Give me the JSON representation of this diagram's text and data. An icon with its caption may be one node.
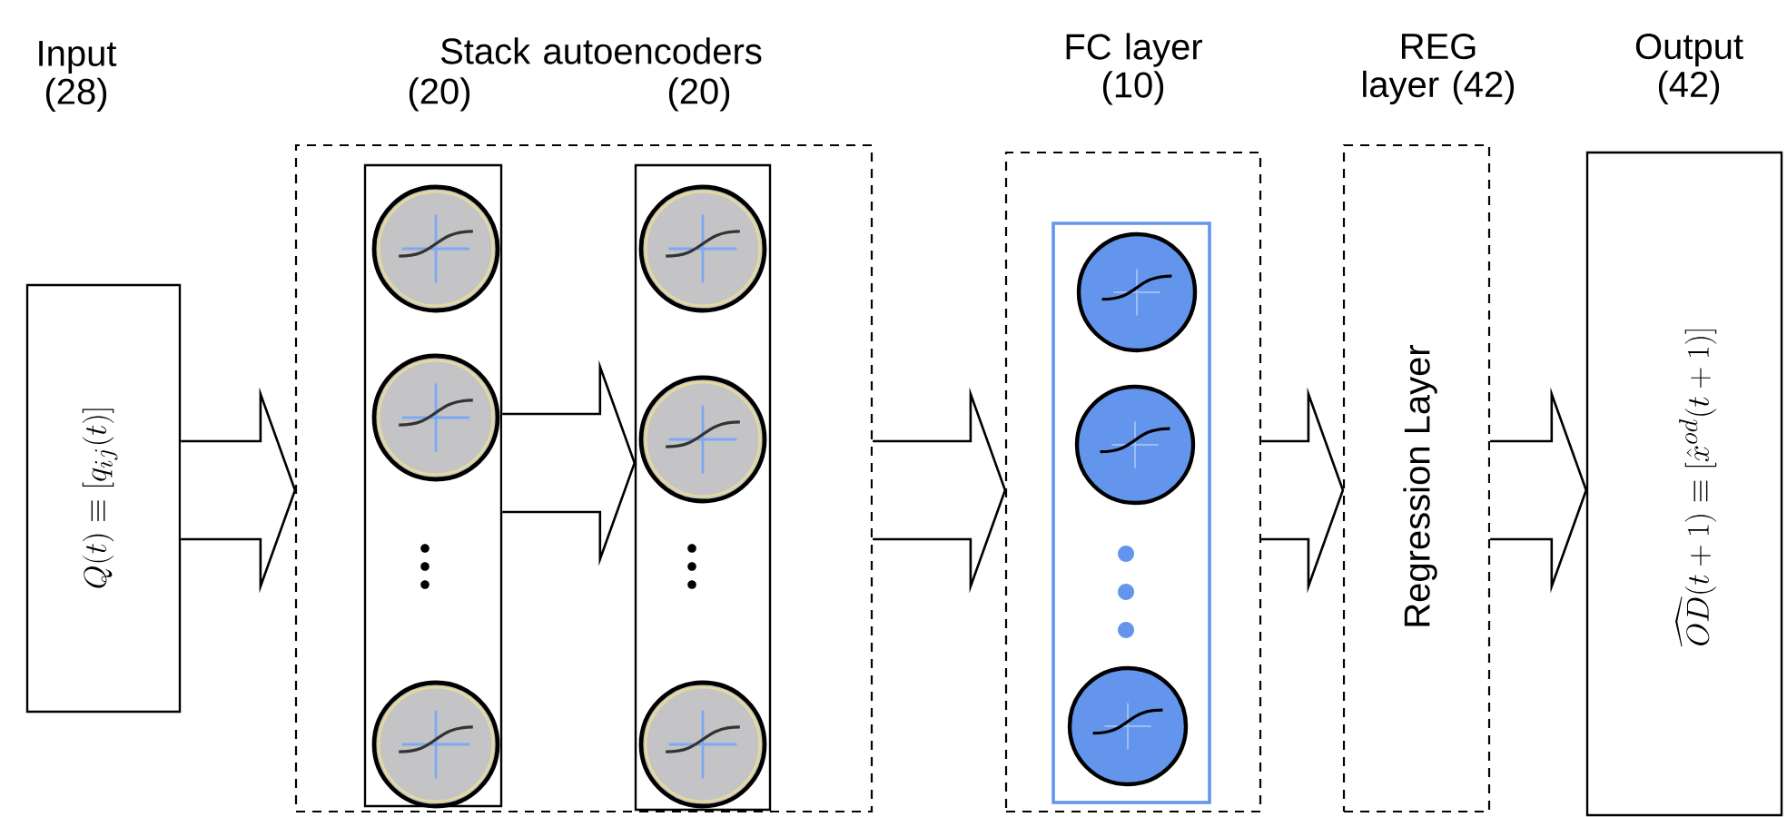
{
  "diagram": {
    "nodes": [
      {
        "text": [
          "Input (28)",
          "Q(t) \\equiv [q_{ij}(t)]"
        ]
      },
      {
        "text": [
          "Stack autoencoders"
        ]
      },
      {
        "text": [
          "(20)"
        ],
        "in": 1
      },
      {
        "text": [
          "(20)"
        ],
        "in": 1
      },
      {
        "text": [],
        "shape": "circle",
        "in": 2
      },
      {
        "text": [],
        "shape": "circle",
        "in": 2
      },
      {
        "text": [],
        "shape": "circle",
        "in": 2
      },
      {
        "text": [],
        "shape": "circle",
        "in": 3
      },
      {
        "text": [],
        "shape": "circle",
        "in": 3
      },
      {
        "text": [],
        "shape": "circle",
        "in": 3
      },
      {
        "text": [
          "FC layer (10)"
        ]
      },
      {
        "text": [],
        "shape": "box",
        "in": 10
      },
      {
        "text": [],
        "shape": "circle",
        "in": 11
      },
      {
        "text": [],
        "shape": "circle",
        "in": 11
      },
      {
        "text": [],
        "shape": "circle",
        "in": 11
      },
      {
        "text": [
          "REG layer (42)",
          "Regression Layer"
        ]
      },
      {
        "text": [
          "Output (42)",
          "\\widehat{OD}(t+1) \\equiv [\\hat{x}^{od}(t+1)]"
        ]
      }
    ],
    "edges": [
      {
        "from": 0,
        "to": 1,
        "arrow": "to"
      },
      {
        "from": 2,
        "to": 3,
        "arrow": "to"
      },
      {
        "from": 1,
        "to": 10,
        "arrow": "to"
      },
      {
        "from": 10,
        "to": 15,
        "arrow": "to"
      },
      {
        "from": 15,
        "to": 16,
        "arrow": "to"
      }
    ]
  }
}
